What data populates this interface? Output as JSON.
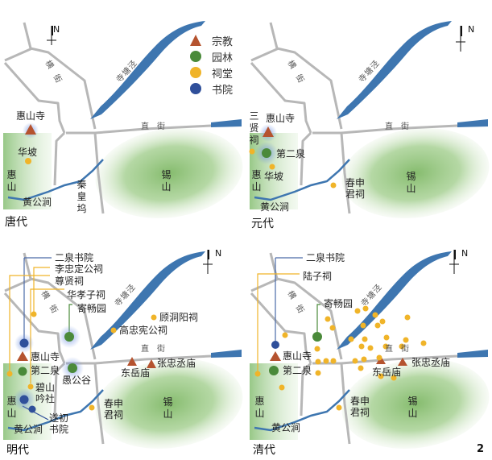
{
  "colors": {
    "religion": "#b5532f",
    "garden": "#4a8a3a",
    "shrine": "#f0b429",
    "academy": "#2f4f9a",
    "river": "#3e76b0",
    "road": "#b7b7b7",
    "hill": "#8fc27a"
  },
  "legend": {
    "items": [
      {
        "symbol": "triangle",
        "label": "宗教"
      },
      {
        "symbol": "green-dot",
        "label": "园林"
      },
      {
        "symbol": "yellow-dot",
        "label": "祠堂"
      },
      {
        "symbol": "blue-dot",
        "label": "书院"
      }
    ]
  },
  "common": {
    "north": "N",
    "heng_jie": "横街",
    "zhi_jie": "直街",
    "river": "寺塘泾",
    "hui_shan": "惠山",
    "xi_shan": "锡山",
    "huang_gong_jian": "黄公涧"
  },
  "panels": [
    {
      "era": "唐代",
      "labels": {
        "huishan_temple": "惠山寺",
        "hua_po": "华坡",
        "qin_huang_wu": "秦皇坞"
      }
    },
    {
      "era": "元代",
      "labels": {
        "huishan_temple": "惠山寺",
        "san_xian_ci": "三贤祠",
        "di_er_quan": "第二泉",
        "hua_po": "华坡",
        "chun_shen_jun_ci": "春申君祠"
      }
    },
    {
      "era": "明代",
      "labels": {
        "er_quan_academy": "二泉书院",
        "li_zhongding_ci": "李忠定公祠",
        "zun_xian_ci": "尊贤祠",
        "hua_xiaozi_ci": "华孝子祠",
        "ji_chang_yuan": "寄畅园",
        "gu_dongyang_ci": "顾洞阳祠",
        "gao_zhongxian_ci": "高忠宪公祠",
        "huishan_temple": "惠山寺",
        "di_er_quan": "第二泉",
        "hui_gong_gu": "愚公谷",
        "dong_yue_miao": "东岳庙",
        "zhang_zhongcheng_miao": "张忠丞庙",
        "bi_shan_yin_she": "碧山吟社",
        "sui_chu_academy": "遂初书院",
        "chun_shen_jun_ci": "春申君祠"
      }
    },
    {
      "era": "清代",
      "labels": {
        "er_quan_academy": "二泉书院",
        "lu_zi_ci": "陆子祠",
        "ji_chang_yuan": "寄畅园",
        "huishan_temple": "惠山寺",
        "di_er_quan": "第二泉",
        "dong_yue_miao": "东岳庙",
        "zhang_zhongcheng_miao": "张忠丞庙",
        "chun_shen_jun_ci": "春申君祠"
      }
    }
  ],
  "page_number": "2"
}
